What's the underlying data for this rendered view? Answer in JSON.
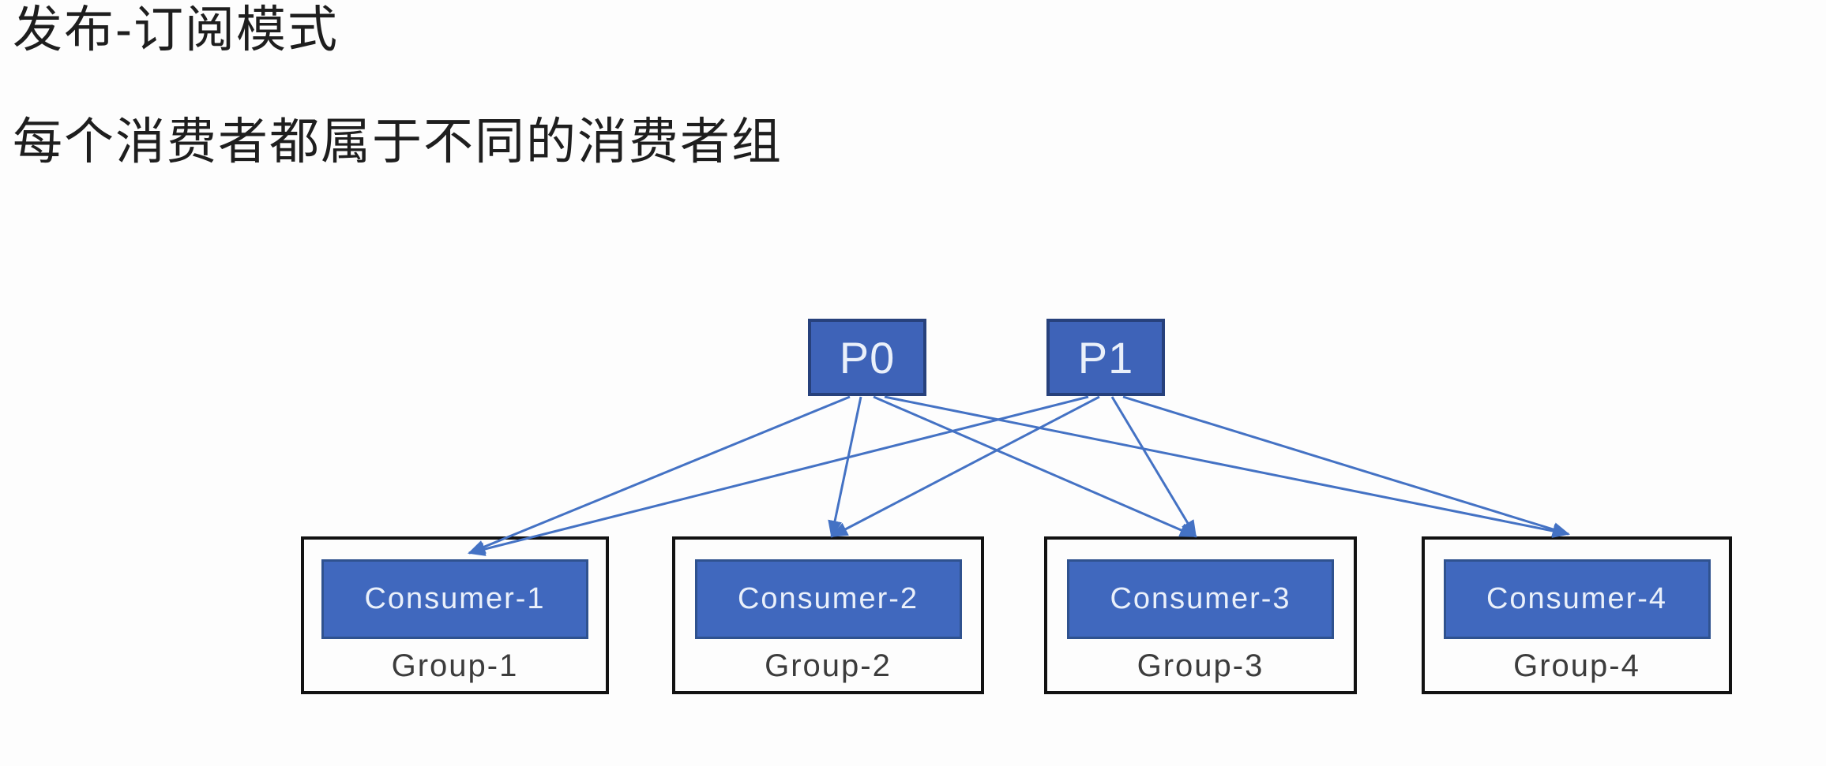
{
  "title": "发布-订阅模式",
  "subtitle": "每个消费者都属于不同的消费者组",
  "diagram": {
    "partitions": [
      {
        "id": "P0",
        "label": "P0"
      },
      {
        "id": "P1",
        "label": "P1"
      }
    ],
    "groups": [
      {
        "id": "G1",
        "consumer": "Consumer-1",
        "label": "Group-1"
      },
      {
        "id": "G2",
        "consumer": "Consumer-2",
        "label": "Group-2"
      },
      {
        "id": "G3",
        "consumer": "Consumer-3",
        "label": "Group-3"
      },
      {
        "id": "G4",
        "consumer": "Consumer-4",
        "label": "Group-4"
      }
    ],
    "edges": [
      {
        "from": "P0",
        "to": "G1"
      },
      {
        "from": "P0",
        "to": "G2"
      },
      {
        "from": "P0",
        "to": "G3"
      },
      {
        "from": "P0",
        "to": "G4"
      },
      {
        "from": "P1",
        "to": "G1"
      },
      {
        "from": "P1",
        "to": "G2"
      },
      {
        "from": "P1",
        "to": "G3"
      },
      {
        "from": "P1",
        "to": "G4"
      }
    ],
    "colors": {
      "background": "#FDFDFD",
      "heading_text": "#1E1E1E",
      "partition_fill": "#3E63B8",
      "partition_border": "#27417C",
      "consumer_fill": "#4068BE",
      "consumer_border": "#2F528F",
      "arrow": "#4472C4",
      "group_border": "#121212",
      "group_text": "#3C3C3C",
      "box_text": "#EAF0FA"
    }
  }
}
